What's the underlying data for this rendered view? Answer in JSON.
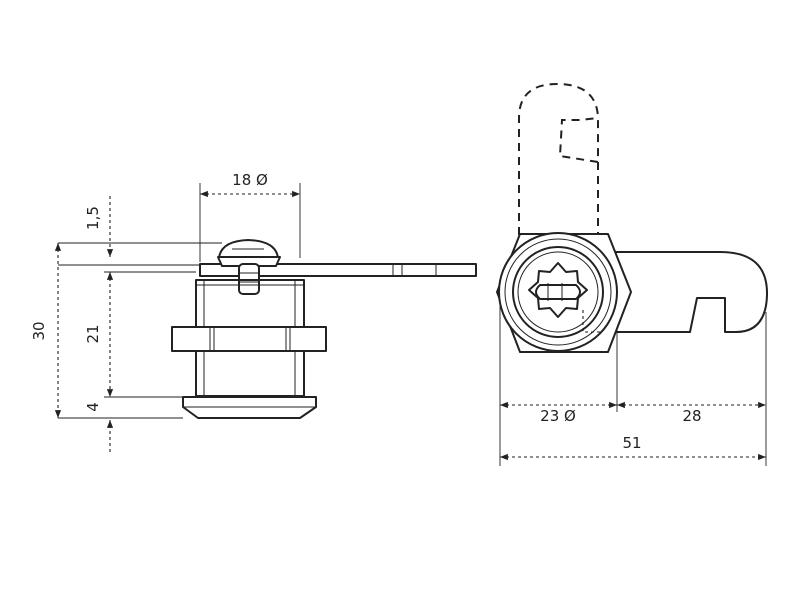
{
  "dimensions": {
    "side_top_width": "18 Ø",
    "side_head_height": "1,5",
    "side_total_height": "30",
    "side_body_height": "21",
    "side_flange_height": "4",
    "front_body_diameter": "23 Ø",
    "front_cam_reach": "28",
    "front_total_length": "51"
  }
}
